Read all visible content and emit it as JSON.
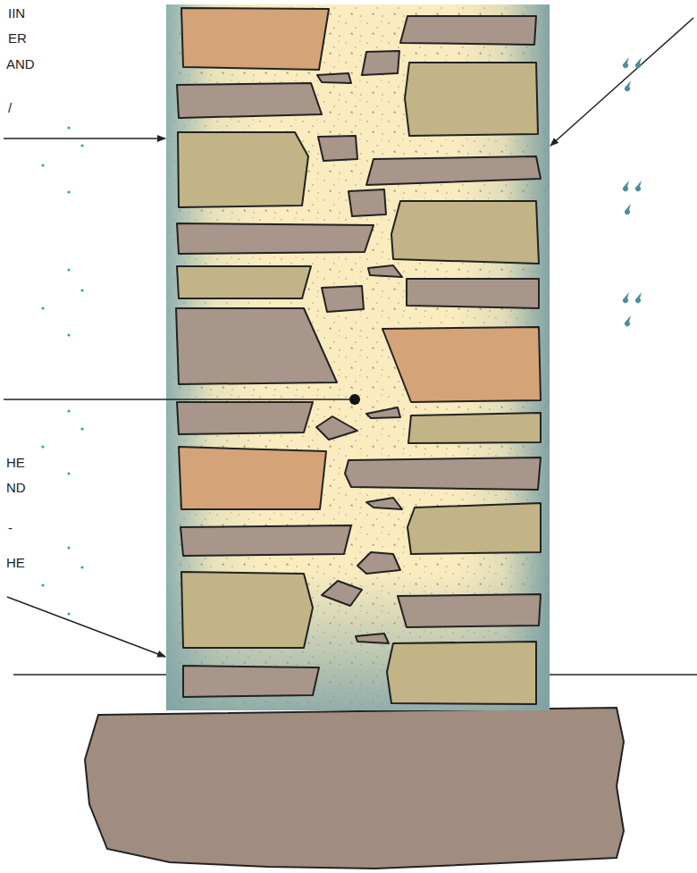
{
  "diagram": {
    "labels": [
      "IIN",
      "ER",
      "AND",
      "/",
      "HE",
      "ND",
      "-",
      "HE"
    ]
  }
}
